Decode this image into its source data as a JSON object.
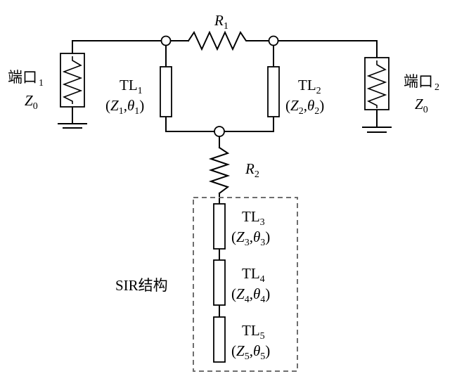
{
  "components": {
    "r1": {
      "name": "R",
      "sub": "1"
    },
    "r2": {
      "name": "R",
      "sub": "2"
    },
    "port1": {
      "name": "端口",
      "sub": "1",
      "imp": "Z",
      "imp_sub": "0"
    },
    "port2": {
      "name": "端口",
      "sub": "2",
      "imp": "Z",
      "imp_sub": "0"
    },
    "tl1": {
      "name": "TL",
      "sub": "1",
      "z": "Z",
      "z_sub": "1",
      "theta": "θ",
      "theta_sub": "1"
    },
    "tl2": {
      "name": "TL",
      "sub": "2",
      "z": "Z",
      "z_sub": "2",
      "theta": "θ",
      "theta_sub": "2"
    },
    "tl3": {
      "name": "TL",
      "sub": "3",
      "z": "Z",
      "z_sub": "3",
      "theta": "θ",
      "theta_sub": "3"
    },
    "tl4": {
      "name": "TL",
      "sub": "4",
      "z": "Z",
      "z_sub": "4",
      "theta": "θ",
      "theta_sub": "4"
    },
    "tl5": {
      "name": "TL",
      "sub": "5",
      "z": "Z",
      "z_sub": "5",
      "theta": "θ",
      "theta_sub": "5"
    }
  },
  "sir_label": "SIR结构",
  "colors": {
    "line": "#000000",
    "dash": "#6e6e6e",
    "background": "#ffffff"
  }
}
